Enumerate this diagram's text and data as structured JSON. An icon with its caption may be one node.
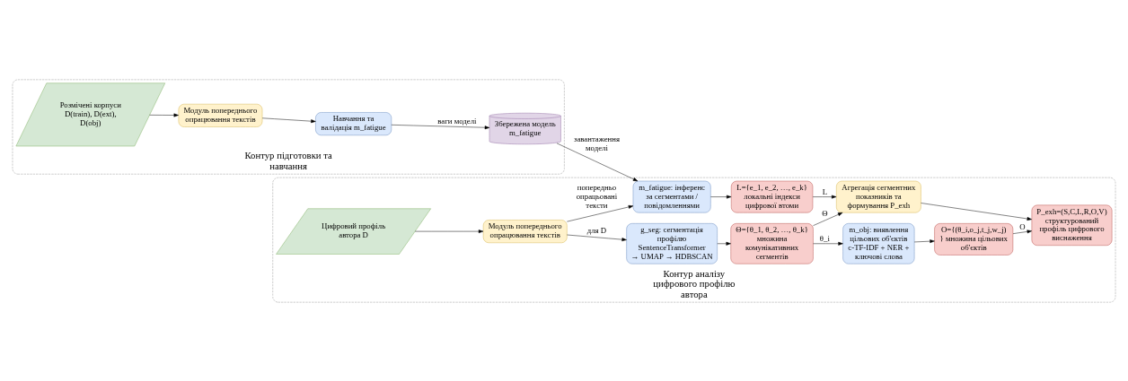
{
  "diagram": {
    "nodes": [
      {
        "text": [
          "Контур підготовки та навчання"
        ]
      },
      {
        "text": [
          "Розмічені корпуси D(train), D(ext), D(obj)"
        ],
        "in": 0
      },
      {
        "text": [
          "Модуль попереднього опрацювання текстів"
        ],
        "in": 0
      },
      {
        "text": [
          "Навчання та валідація m_fatigue"
        ],
        "in": 0
      },
      {
        "text": [
          "Збережена модель m_fatigue"
        ],
        "in": 0
      },
      {
        "text": [
          "Контур аналізу цифрового профілю автора"
        ]
      },
      {
        "text": [
          "Цифровий профіль автора D"
        ],
        "in": 5
      },
      {
        "text": [
          "Модуль попереднього опрацювання текстів"
        ],
        "in": 5
      },
      {
        "text": [
          "g_seg: сегментація профілю SentenceTransformer → UMAP → HDBSCAN"
        ],
        "in": 5
      },
      {
        "text": [
          "m_fatigue: інференс за сегментами / повідомленнями"
        ],
        "in": 5
      },
      {
        "text": [
          "Θ={θ_1, θ_2, …, θ_k} множина комунікативних сегментів"
        ],
        "in": 5
      },
      {
        "text": [
          "L={e_1, e_2, …, e_k} локальні індекси цифрової втоми"
        ],
        "in": 5
      },
      {
        "text": [
          "m_obj: виявлення цільових об'єктів c-TF-IDF + NER + ключові слова"
        ],
        "in": 5
      },
      {
        "text": [
          "Агрегація сегментних показників та формування P_exh"
        ],
        "in": 5
      },
      {
        "text": [
          "O={(θ_i,o_j,t_j,w_j)} множина цільових об'єктів"
        ],
        "in": 5
      },
      {
        "text": [
          "P_exh=(S,C,L,R,O,V) структурований профіль цифрового виснаження"
        ],
        "in": 5
      }
    ],
    "edges": [
      {
        "from": 1,
        "to": 2,
        "arrow": "to"
      },
      {
        "from": 2,
        "to": 3,
        "arrow": "to"
      },
      {
        "from": 3,
        "to": 4,
        "arrow": "to",
        "label": "ваги моделі"
      },
      {
        "from": 4,
        "to": 9,
        "arrow": "to",
        "label": "завантаження моделі"
      },
      {
        "from": 6,
        "to": 7,
        "arrow": "to"
      },
      {
        "from": 7,
        "to": 8,
        "arrow": "to",
        "label": "для D"
      },
      {
        "from": 7,
        "to": 9,
        "arrow": "to",
        "label": "попередньо опрацьовані тексти"
      },
      {
        "from": 8,
        "to": 10,
        "arrow": "to"
      },
      {
        "from": 9,
        "to": 11,
        "arrow": "to"
      },
      {
        "from": 10,
        "to": 12,
        "arrow": "to",
        "label": "θ_i"
      },
      {
        "from": 10,
        "to": 13,
        "arrow": "to",
        "label": "Θ"
      },
      {
        "from": 11,
        "to": 13,
        "arrow": "to",
        "label": "L"
      },
      {
        "from": 12,
        "to": 14,
        "arrow": "to"
      },
      {
        "from": 14,
        "to": 15,
        "arrow": "to",
        "label": "O"
      },
      {
        "from": 13,
        "to": 15,
        "arrow": "to"
      }
    ]
  }
}
